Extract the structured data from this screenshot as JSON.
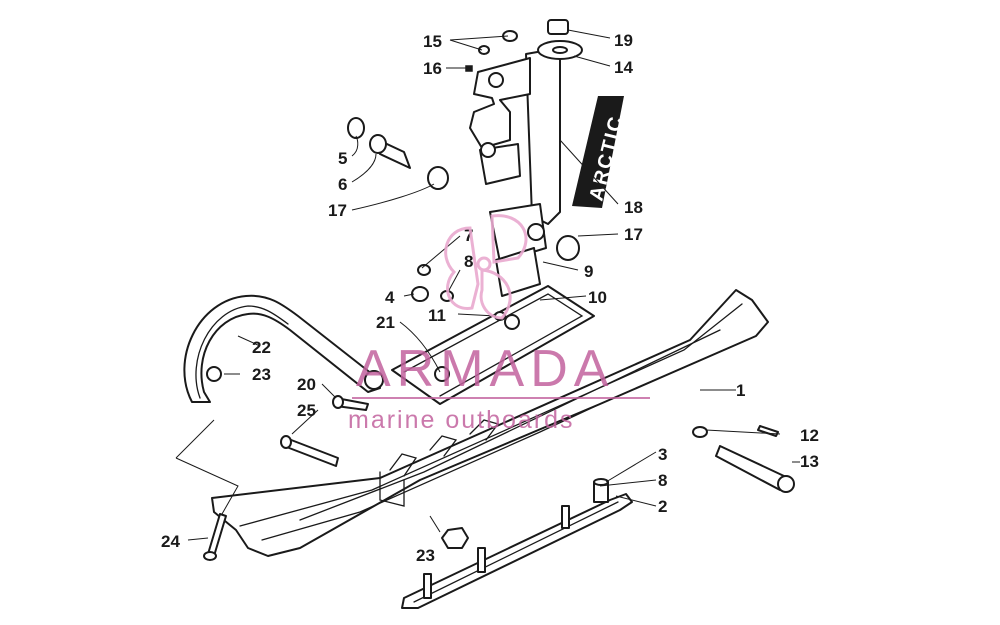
{
  "diagram": {
    "callouts": [
      {
        "id": "1",
        "label": "1"
      },
      {
        "id": "2",
        "label": "2"
      },
      {
        "id": "3",
        "label": "3"
      },
      {
        "id": "4",
        "label": "4"
      },
      {
        "id": "5",
        "label": "5"
      },
      {
        "id": "6",
        "label": "6"
      },
      {
        "id": "7",
        "label": "7"
      },
      {
        "id": "8a",
        "label": "8"
      },
      {
        "id": "8b",
        "label": "8"
      },
      {
        "id": "9",
        "label": "9"
      },
      {
        "id": "10",
        "label": "10"
      },
      {
        "id": "11",
        "label": "11"
      },
      {
        "id": "12",
        "label": "12"
      },
      {
        "id": "13",
        "label": "13"
      },
      {
        "id": "14",
        "label": "14"
      },
      {
        "id": "15",
        "label": "15"
      },
      {
        "id": "16",
        "label": "16"
      },
      {
        "id": "17a",
        "label": "17"
      },
      {
        "id": "17b",
        "label": "17"
      },
      {
        "id": "18",
        "label": "18"
      },
      {
        "id": "19",
        "label": "19"
      },
      {
        "id": "20",
        "label": "20"
      },
      {
        "id": "21",
        "label": "21"
      },
      {
        "id": "22",
        "label": "22"
      },
      {
        "id": "23a",
        "label": "23"
      },
      {
        "id": "23b",
        "label": "23"
      },
      {
        "id": "24",
        "label": "24"
      },
      {
        "id": "25",
        "label": "25"
      }
    ]
  },
  "watermark": {
    "brand": "ARMADA",
    "tagline": "marine outboards",
    "color": "#c2629e",
    "logo_color": "#e9a9cf"
  },
  "decal": {
    "text": "ARCTIC"
  }
}
